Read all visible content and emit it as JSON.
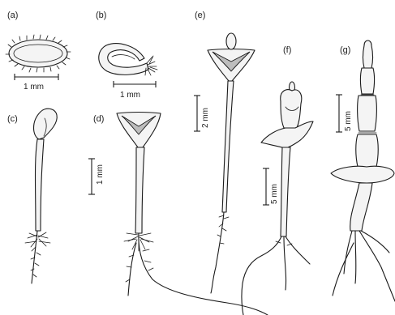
{
  "figure": {
    "panels": [
      {
        "id": "a",
        "label": "(a)",
        "scale": "1 mm"
      },
      {
        "id": "b",
        "label": "(b)",
        "scale": "1 mm"
      },
      {
        "id": "c",
        "label": "(c)",
        "scale": ""
      },
      {
        "id": "d",
        "label": "(d)",
        "scale": "1 mm"
      },
      {
        "id": "e",
        "label": "(e)",
        "scale": "2 mm"
      },
      {
        "id": "f",
        "label": "(f)",
        "scale": "5 mm"
      },
      {
        "id": "g",
        "label": "(g)",
        "scale": "5 mm"
      }
    ]
  }
}
